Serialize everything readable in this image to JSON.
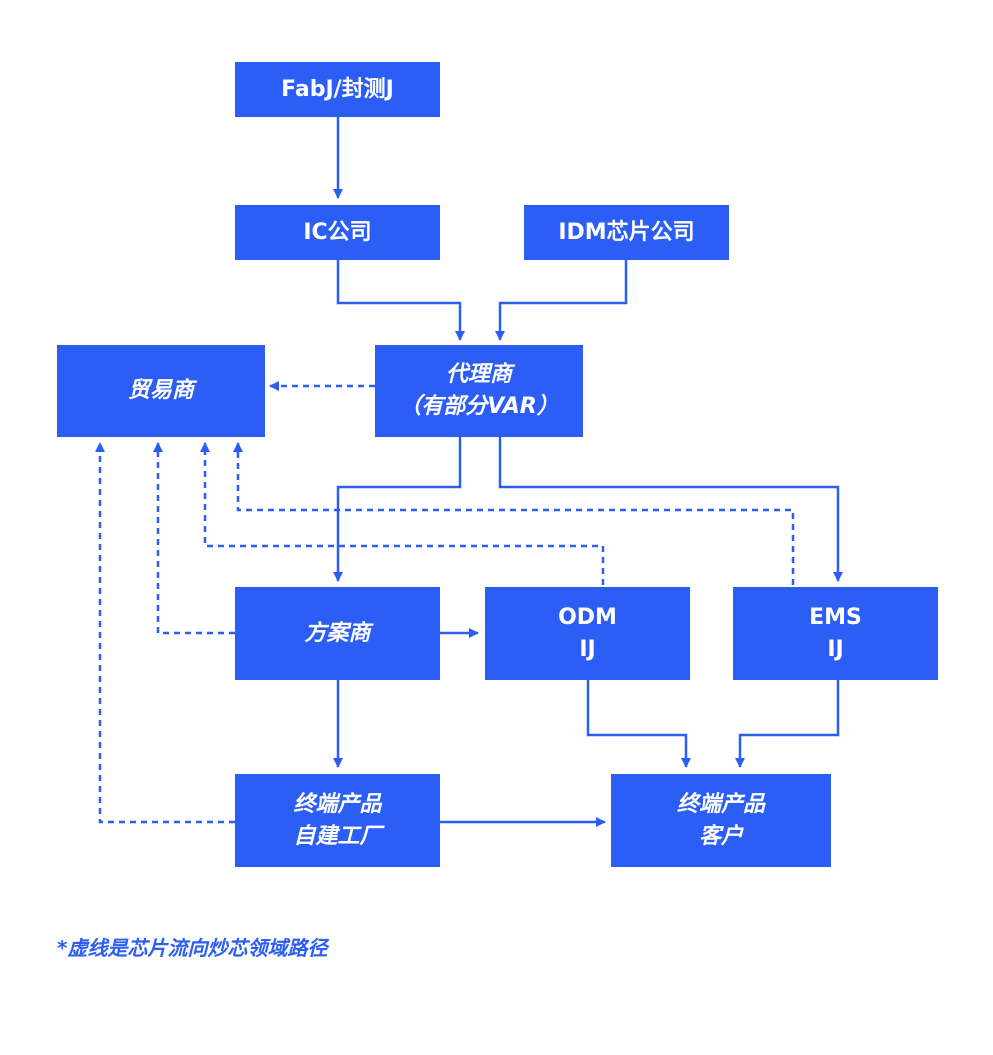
{
  "nodes": {
    "fab": {
      "lines": [
        "FabJ/封测J"
      ]
    },
    "ic": {
      "lines": [
        "IC公司"
      ]
    },
    "idm": {
      "lines": [
        "IDM芯片公司"
      ]
    },
    "trader": {
      "lines": [
        "贸易商"
      ]
    },
    "agent": {
      "lines": [
        "代理商",
        "（有部分VAR）"
      ]
    },
    "solution": {
      "lines": [
        "方案商"
      ]
    },
    "odm": {
      "lines": [
        "ODM",
        "IJ"
      ]
    },
    "ems": {
      "lines": [
        "EMS",
        "IJ"
      ]
    },
    "own_factory": {
      "lines": [
        "终端产品",
        "自建工厂"
      ]
    },
    "customer": {
      "lines": [
        "终端产品",
        "客户"
      ]
    }
  },
  "footnote": "*虚线是芯片流向炒芯领域路径",
  "colors": {
    "node_fill": "#2c5ef6",
    "edge": "#2c5ef6",
    "text_on_node": "#ffffff"
  },
  "edges": [
    {
      "from": "fab",
      "to": "ic",
      "style": "solid"
    },
    {
      "from": "ic",
      "to": "agent",
      "style": "solid"
    },
    {
      "from": "idm",
      "to": "agent",
      "style": "solid"
    },
    {
      "from": "agent",
      "to": "trader",
      "style": "dashed"
    },
    {
      "from": "agent",
      "to": "solution",
      "style": "solid"
    },
    {
      "from": "agent",
      "to": "ems",
      "style": "solid"
    },
    {
      "from": "solution",
      "to": "odm",
      "style": "solid"
    },
    {
      "from": "solution",
      "to": "own_factory",
      "style": "solid"
    },
    {
      "from": "solution",
      "to": "trader",
      "style": "dashed"
    },
    {
      "from": "odm",
      "to": "trader",
      "style": "dashed"
    },
    {
      "from": "ems",
      "to": "trader",
      "style": "dashed"
    },
    {
      "from": "own_factory",
      "to": "trader",
      "style": "dashed"
    },
    {
      "from": "odm",
      "to": "customer",
      "style": "solid"
    },
    {
      "from": "ems",
      "to": "customer",
      "style": "solid"
    },
    {
      "from": "own_factory",
      "to": "customer",
      "style": "solid"
    }
  ]
}
